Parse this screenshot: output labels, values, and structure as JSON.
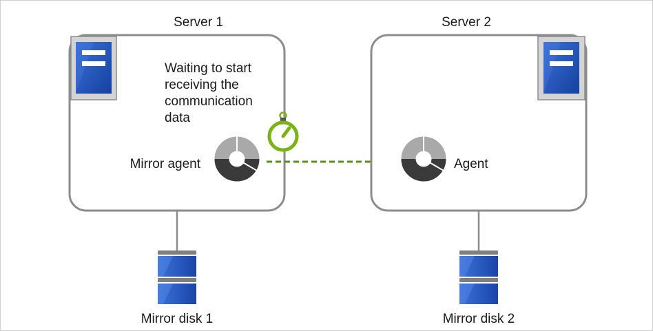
{
  "server1": {
    "title": "Server 1",
    "agent_label": "Mirror agent"
  },
  "server2": {
    "title": "Server 2",
    "agent_label": "Agent"
  },
  "status": {
    "lines": [
      "Waiting to start",
      "receiving the",
      "communication",
      "data"
    ]
  },
  "disk1": {
    "label": "Mirror disk 1"
  },
  "disk2": {
    "label": "Mirror disk 2"
  },
  "icons": {
    "server": "server-icon",
    "agent": "agent-icon",
    "timer": "stopwatch-icon",
    "disk": "disk-icon"
  },
  "colors": {
    "box_border": "#8c8c8c",
    "server_blue": "#1e4fb8",
    "timer_green": "#7ab317",
    "arrow_green": "#5b8f12",
    "agent_dark": "#3a3a3a",
    "agent_light": "#a9a9a9"
  }
}
